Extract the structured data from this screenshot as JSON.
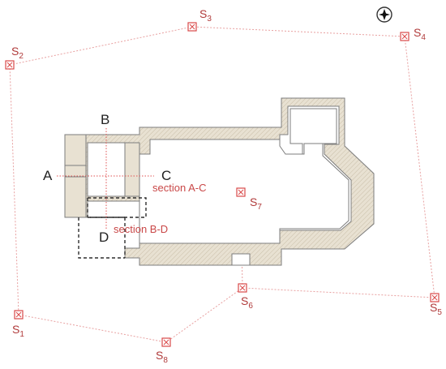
{
  "stations": [
    {
      "id": "s1",
      "letter": "S",
      "sub": "1"
    },
    {
      "id": "s2",
      "letter": "S",
      "sub": "2"
    },
    {
      "id": "s3",
      "letter": "S",
      "sub": "3"
    },
    {
      "id": "s4",
      "letter": "S",
      "sub": "4"
    },
    {
      "id": "s5",
      "letter": "S",
      "sub": "5"
    },
    {
      "id": "s6",
      "letter": "S",
      "sub": "6"
    },
    {
      "id": "s7",
      "letter": "S",
      "sub": "7"
    },
    {
      "id": "s8",
      "letter": "S",
      "sub": "8"
    }
  ],
  "section_letters": {
    "a": "A",
    "b": "B",
    "c": "C",
    "d": "D"
  },
  "section_labels": {
    "ac": "section A-C",
    "bd": "section B-D"
  },
  "icons": {
    "north": "compass-north-icon"
  },
  "colors": {
    "survey": "#e8a0a0",
    "station": "#d94a4a",
    "section": "#e05050",
    "wall_fill": "#e8e1d2"
  }
}
